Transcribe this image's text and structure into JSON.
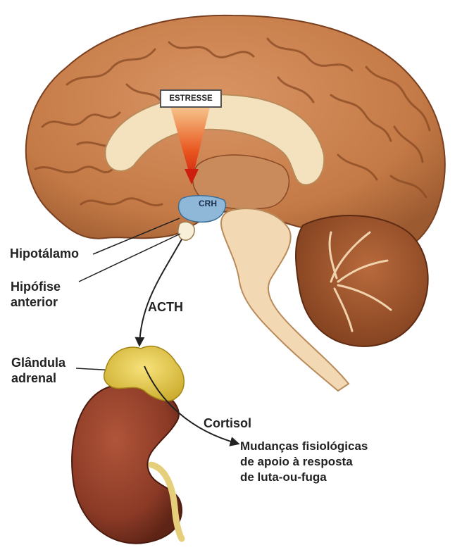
{
  "labels": {
    "stress": "ESTRESSE",
    "crh": "CRH",
    "hypothalamus": "Hipotálamo",
    "anterior_pituitary": [
      "Hipófise",
      "anterior"
    ],
    "acth": "ACTH",
    "adrenal_gland": [
      "Glândula",
      "adrenal"
    ],
    "cortisol": "Cortisol",
    "response": [
      "Mudanças fisiológicas",
      "de apoio à resposta",
      "de luta-ou-fuga"
    ]
  },
  "colors": {
    "cortex": "#c47a46",
    "cortex_dark": "#8a4a24",
    "brainstem": "#f2d9b3",
    "cerebellum": "#9a5128",
    "stress_arrow": "#e23a1a",
    "crh_region": "#8fb8d8",
    "adrenal": "#e8cf4a",
    "kidney": "#8b3a26"
  }
}
